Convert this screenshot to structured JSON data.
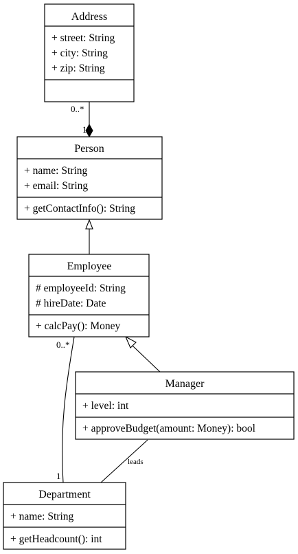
{
  "classes": {
    "address": {
      "name": "Address",
      "attributes": [
        "+ street: String",
        "+ city: String",
        "+ zip: String"
      ],
      "operations": []
    },
    "person": {
      "name": "Person",
      "attributes": [
        "+ name: String",
        "+ email: String"
      ],
      "operations": [
        "+ getContactInfo(): String"
      ]
    },
    "employee": {
      "name": "Employee",
      "attributes": [
        "# employeeId: String",
        "# hireDate: Date"
      ],
      "operations": [
        "+ calcPay(): Money"
      ]
    },
    "manager": {
      "name": "Manager",
      "attributes": [
        "+ level: int"
      ],
      "operations": [
        "+ approveBudget(amount: Money): bool"
      ]
    },
    "department": {
      "name": "Department",
      "attributes": [
        "+ name: String"
      ],
      "operations": [
        "+ getHeadcount(): int"
      ]
    }
  },
  "relations": {
    "person_address": {
      "kind": "composition",
      "source_mult": "0..*",
      "target_mult": "1"
    },
    "employee_person": {
      "kind": "generalization"
    },
    "manager_employee": {
      "kind": "generalization"
    },
    "employee_department": {
      "kind": "association",
      "employee_mult": "0..*",
      "department_mult": "1"
    },
    "manager_department": {
      "kind": "association",
      "label": "leads"
    }
  }
}
